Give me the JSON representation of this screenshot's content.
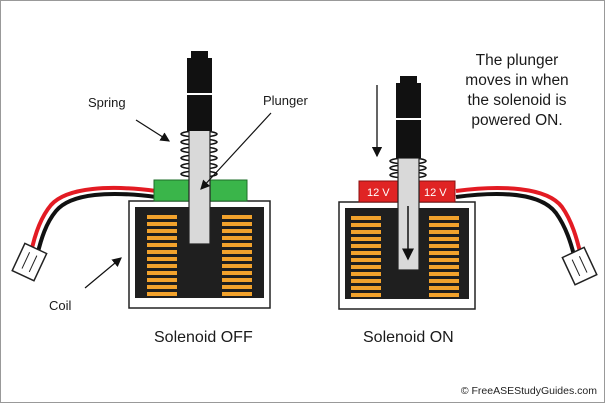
{
  "labels": {
    "spring": "Spring",
    "plunger": "Plunger",
    "coil": "Coil",
    "off_caption": "Solenoid OFF",
    "on_caption": "Solenoid ON",
    "voltage_left": "12 V",
    "voltage_right": "12 V",
    "note": [
      "The plunger",
      "moves in when",
      "the solenoid is",
      "powered ON."
    ],
    "copyright": "© FreeASEStudyGuides.com"
  },
  "colors": {
    "coil_winding": "#f2a22c",
    "body": "#1f1f1f",
    "cap_off": "#3ab54a",
    "cap_on": "#e02424",
    "wire_red": "#e31b23",
    "wire_black": "#111111",
    "plunger_fill": "#d9d9d9"
  }
}
